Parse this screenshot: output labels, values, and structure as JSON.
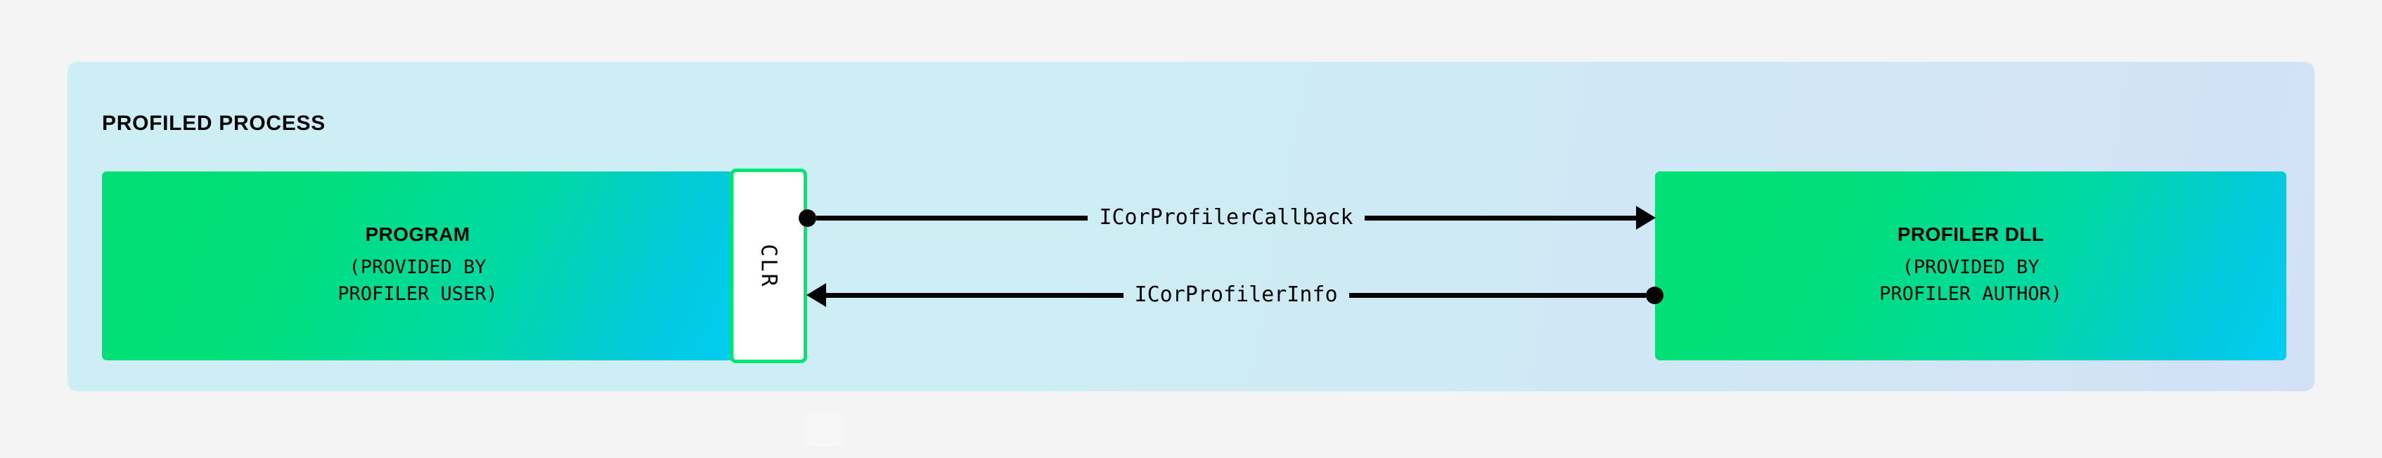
{
  "page": {
    "background_color": "#f4f4f4"
  },
  "card": {
    "title": "PROFILED PROCESS",
    "gradient_from": "#cdeef4",
    "gradient_to": "#d3e1f6"
  },
  "boxes": {
    "program": {
      "title": "PROGRAM",
      "subtitle_line1": "(PROVIDED BY",
      "subtitle_line2": "PROFILER USER)",
      "gradient_from": "#00e074",
      "gradient_to": "#00cdf4"
    },
    "clr": {
      "label": "CLR",
      "fill": "#ffffff",
      "border_color": "#00e771"
    },
    "profiler_dll": {
      "title": "PROFILER DLL",
      "subtitle_line1": "(PROVIDED BY",
      "subtitle_line2": "PROFILER AUTHOR)",
      "gradient_from": "#00e074",
      "gradient_to": "#00cdf4"
    }
  },
  "connectors": [
    {
      "label": "ICorProfilerCallback",
      "direction": "clr-to-profiler-dll",
      "start_marker": "ball",
      "end_marker": "arrowhead",
      "color": "#050505"
    },
    {
      "label": "ICorProfilerInfo",
      "direction": "profiler-dll-to-clr",
      "start_marker": "arrowhead",
      "end_marker": "ball",
      "color": "#050505"
    }
  ]
}
